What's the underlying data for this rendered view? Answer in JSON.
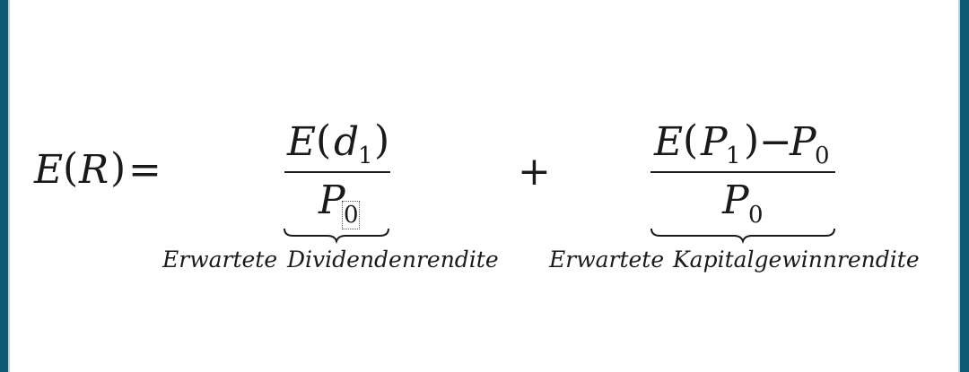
{
  "formula": {
    "lhs": {
      "E": "E",
      "open": "(",
      "R": "R",
      "close": ")",
      "eq": "="
    },
    "term1": {
      "numerator": {
        "E": "E",
        "open": "(",
        "d": "d",
        "sub": "1",
        "close": ")"
      },
      "denominator": {
        "P": "P",
        "sub": "0"
      },
      "label_word1": "Erwartete",
      "label_word2": "Dividendenrendite"
    },
    "plus": "+",
    "term2": {
      "numerator": {
        "E": "E",
        "open": "(",
        "P": "P",
        "sub1": "1",
        "close": ")",
        "minus": "−",
        "P2": "P",
        "sub2": "0"
      },
      "denominator": {
        "P": "P",
        "sub": "0"
      },
      "label_word1": "Erwartete",
      "label_word2": "Kapitalgewinnrendite"
    }
  },
  "colors": {
    "frame": "#0e5a75",
    "ink": "#1a1a1a"
  }
}
